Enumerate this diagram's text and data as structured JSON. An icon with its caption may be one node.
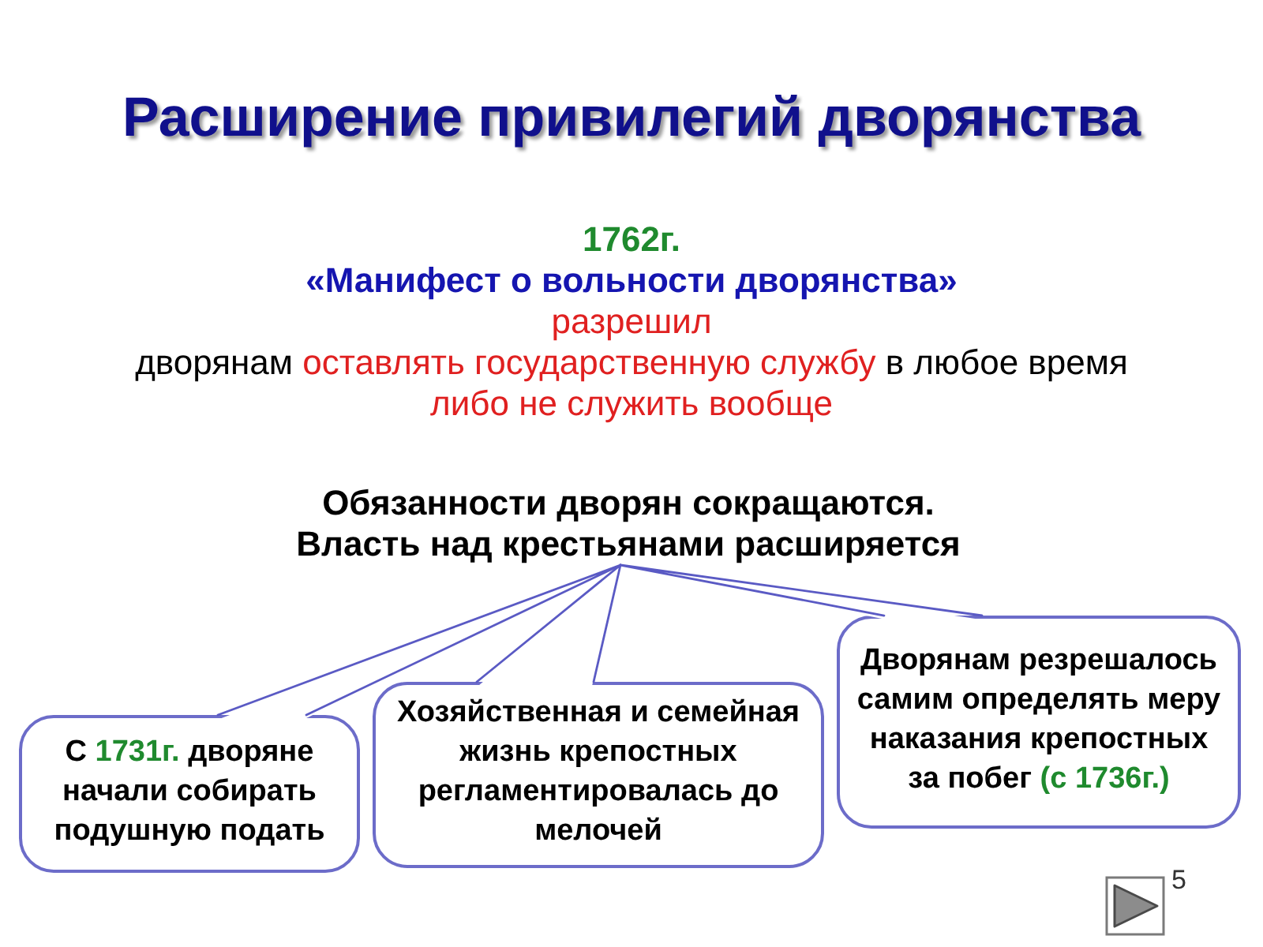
{
  "diagram": {
    "title": "Расширение привилегий дворянства",
    "nodes": [
      {
        "text": [
          "Обязанности дворян сокращаются. Власть над крестьянами расширяется"
        ]
      },
      {
        "text": [
          "С",
          "1731г.",
          "дворяне начали собирать подушную подать"
        ]
      },
      {
        "text": [
          "Хозяйственная и семейная жизнь крепостных регламентировалась до мелочей"
        ]
      },
      {
        "text": [
          "Дворянам резрешалось самим определять меру наказания крепостных за побег",
          "(с 1736г.)"
        ]
      }
    ],
    "edges": [
      {
        "from": 0,
        "to": 1,
        "arrow": "none"
      },
      {
        "from": 0,
        "to": 2,
        "arrow": "none"
      },
      {
        "from": 0,
        "to": 3,
        "arrow": "none"
      }
    ],
    "labels": [
      "1762г.",
      "«Манифест о вольности дворянства»",
      "разрешил",
      "дворянам",
      "оставлять государственную службу",
      "в любое время",
      "либо не служить вообще",
      "5"
    ]
  }
}
